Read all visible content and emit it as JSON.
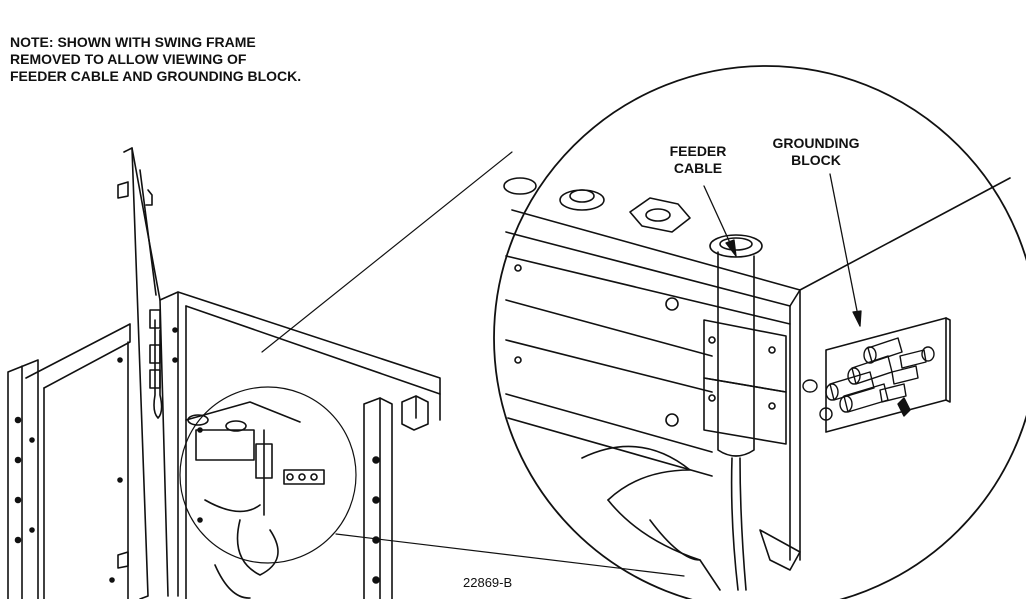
{
  "note": {
    "lines": [
      "NOTE: SHOWN WITH SWING FRAME",
      "REMOVED TO ALLOW VIEWING OF",
      "FEEDER CABLE AND GROUNDING BLOCK."
    ]
  },
  "callouts": {
    "feeder_cable": {
      "line1": "FEEDER",
      "line2": "CABLE"
    },
    "grounding_block": {
      "line1": "GROUNDING",
      "line2": "BLOCK"
    }
  },
  "figure_id": "22869-B"
}
